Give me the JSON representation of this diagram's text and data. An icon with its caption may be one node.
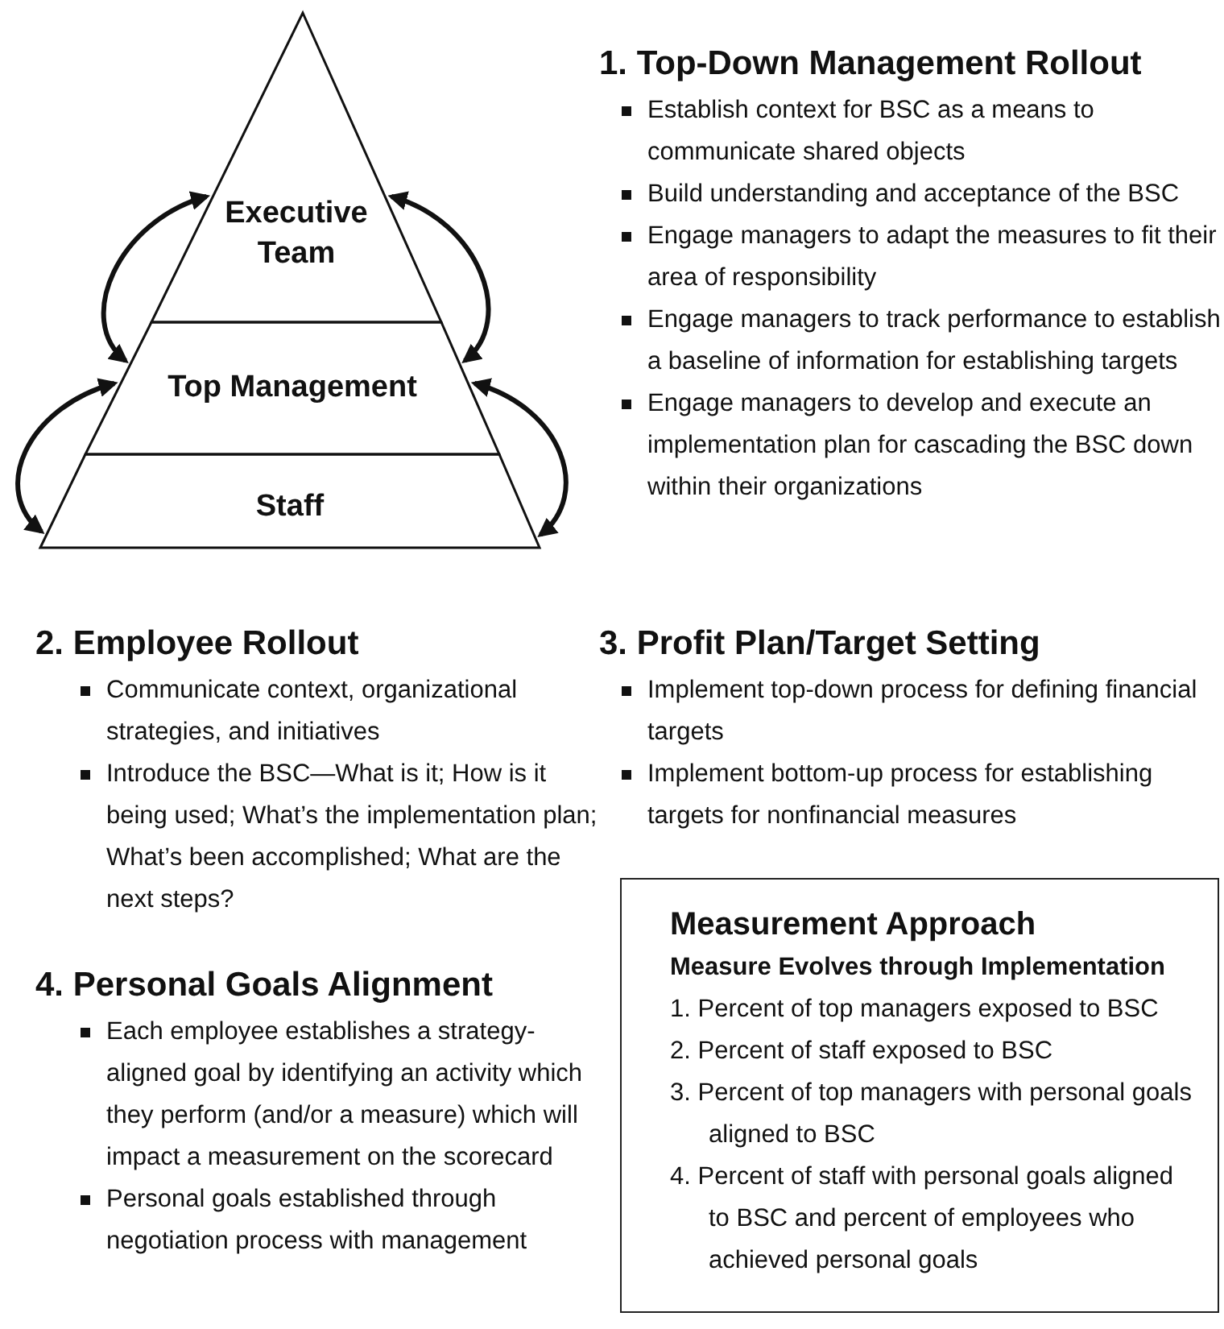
{
  "diagram": {
    "nodes": [
      {
        "text": [
          "Executive Team"
        ]
      },
      {
        "text": [
          "Top Management"
        ]
      },
      {
        "text": [
          "Staff"
        ]
      },
      {
        "text": [
          "Measurement Approach",
          "Measure Evolves through Implementation",
          "1. Percent of top managers exposed to BSC",
          "2. Percent of staff exposed to BSC",
          "3. Percent of top managers with personal goals aligned to BSC",
          "4. Percent of staff with personal goals aligned to BSC and percent of employees who achieved personal goals"
        ]
      }
    ],
    "edges": [
      {
        "from": 0,
        "to": 1,
        "arrow": "both"
      },
      {
        "from": 0,
        "to": 1,
        "arrow": "both"
      },
      {
        "from": 1,
        "to": 2,
        "arrow": "both"
      },
      {
        "from": 1,
        "to": 2,
        "arrow": "both"
      }
    ],
    "labels": [
      "1. Top-Down Management Rollout",
      "Establish context for BSC as a means to communicate shared objects",
      "Build understanding and acceptance of the BSC",
      "Engage managers to adapt the measures to fit their area of responsibility",
      "Engage managers to track performance to establish a baseline of information for establishing targets",
      "Engage managers to develop and execute an implementation plan for cascading the BSC down within their organizations",
      "2. Employee Rollout",
      "Communicate context, organizational strategies, and initiatives",
      "Introduce the BSC—What is it; How is it being used; What’s the implementation plan; What’s been accomplished; What are the next steps?",
      "3. Profit Plan/Target Setting",
      "Implement top-down process for defining financial targets",
      "Implement bottom-up process for establishing targets for nonfinancial measures",
      "4. Personal Goals Alignment",
      "Each employee establishes a strategy-aligned goal by identifying an activity which they perform (and/or a measure) which will impact a measurement on the scorecard",
      "Personal goals established through negotiation process with management"
    ]
  }
}
